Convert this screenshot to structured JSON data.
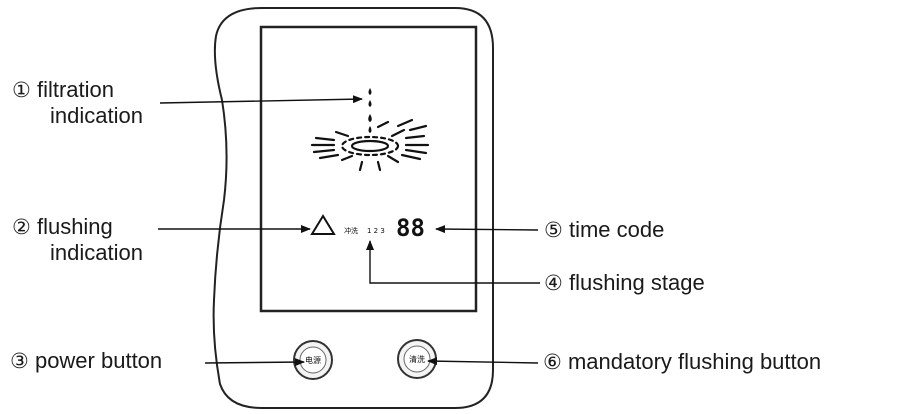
{
  "callouts": {
    "filtration": {
      "number": "①",
      "line1": "filtration",
      "line2": "indication"
    },
    "flushing": {
      "number": "②",
      "line1": "flushing",
      "line2": "indication"
    },
    "power": {
      "number": "③",
      "label": "power button"
    },
    "stage": {
      "number": "④",
      "label": "flushing stage"
    },
    "time": {
      "number": "⑤",
      "label": "time code"
    },
    "mandatory": {
      "number": "⑥",
      "label": "mandatory flushing button"
    }
  },
  "display": {
    "time_digits": "88",
    "flush_label": "冲洗",
    "stage_numbers": "1 2 3"
  },
  "buttons": {
    "power_label": "电源",
    "flush_label": "清洗"
  }
}
